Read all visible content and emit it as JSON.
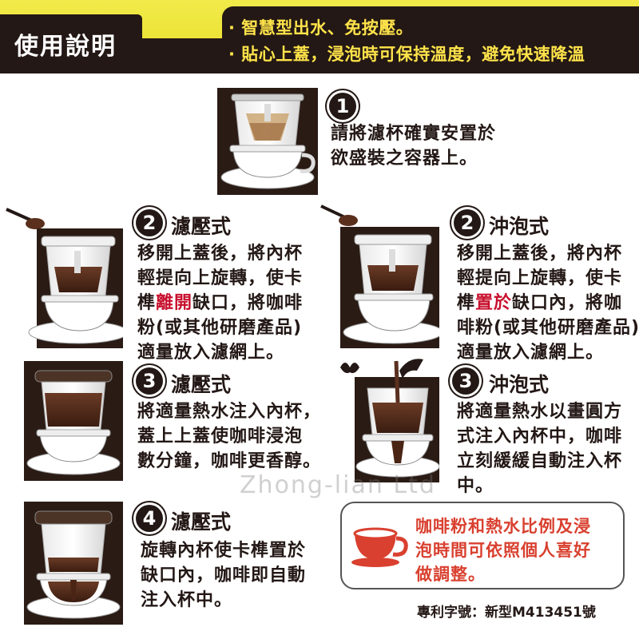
{
  "header": {
    "title": "使用說明",
    "features": [
      "· 智慧型出水、免按壓。",
      "· 貼心上蓋，浸泡時可保持溫度，避免快速降溫"
    ]
  },
  "steps": {
    "s1": {
      "number": "1",
      "lines": [
        "請將濾杯確實安置於",
        "欲盛裝之容器上。"
      ]
    },
    "s2_filter": {
      "number": "2",
      "heading": "濾壓式",
      "lines_a": [
        "移開上蓋後，將內杯",
        "輕提向上旋轉，使卡"
      ],
      "line3_pre": "榫",
      "line3_red": "離開",
      "line3_post": "缺口，將咖啡",
      "lines_b": [
        "粉(或其他研磨產品)",
        "適量放入濾網上。"
      ]
    },
    "s2_brew": {
      "number": "2",
      "heading": "沖泡式",
      "lines_a": [
        "移開上蓋後，將內杯",
        "輕提向上旋轉，使卡"
      ],
      "line3_pre": "榫",
      "line3_red": "置於",
      "line3_post": "缺口內，將咖",
      "lines_b": [
        "啡粉(或其他研磨產品)",
        "適量放入濾網上。"
      ]
    },
    "s3_filter": {
      "number": "3",
      "heading": "濾壓式",
      "lines": [
        "將適量熱水注入內杯，",
        "蓋上上蓋使咖啡浸泡",
        "數分鐘，咖啡更香醇。"
      ]
    },
    "s3_brew": {
      "number": "3",
      "heading": "沖泡式",
      "lines": [
        "將適量熱水以畫圓方",
        "式注入內杯中，咖啡",
        "立刻緩緩自動注入杯",
        "中。"
      ]
    },
    "s4_filter": {
      "number": "4",
      "heading": "濾壓式",
      "lines": [
        "旋轉內杯使卡榫置於",
        "缺口內，咖啡即自動",
        "注入杯中。"
      ]
    }
  },
  "note": {
    "lines": [
      "咖啡粉和熱水比例及浸",
      "泡時間可依照個人喜好",
      "做調整。"
    ]
  },
  "patent": "專利字號：新型M413451號",
  "watermark": "Zhong-lian Ltd",
  "colors": {
    "header_yellow": "#ece437",
    "header_dark": "#231815",
    "feature_text": "#ffe34a",
    "highlight_red": "#c8102e",
    "note_text": "#d9402f"
  },
  "icons": [
    "coffee-dripper-illustration",
    "spoon-icon",
    "kettle-pour-icon",
    "steam-icon",
    "coffee-cup-icon"
  ]
}
